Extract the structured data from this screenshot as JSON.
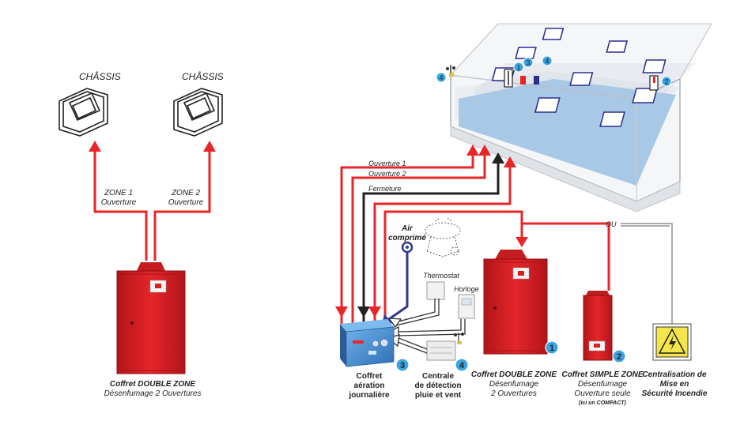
{
  "left": {
    "chassis_labels": [
      "CHÂSSIS",
      "CHÂSSIS"
    ],
    "zone1": {
      "line1": "ZONE 1",
      "line2": "Ouverture"
    },
    "zone2": {
      "line1": "ZONE 2",
      "line2": "Ouverture"
    },
    "coffret": {
      "title": "Coffret DOUBLE ZONE",
      "subtitle": "Désenfumage 2 Ouvertures"
    }
  },
  "right": {
    "wires": {
      "ouverture1": "Ouverture 1",
      "ouverture2": "Ouverture 2",
      "fermeture": "Fermeture",
      "ou": "OU"
    },
    "air": {
      "line1": "Air",
      "line2": "comprimé"
    },
    "thermostat": "Thermostat",
    "horloge": "Horloge",
    "coffret_aeration": {
      "line1": "Coffret",
      "line2": "aération",
      "line3": "journalière",
      "number": "3"
    },
    "centrale": {
      "line1": "Centrale",
      "line2": "de détection",
      "line3": "pluie et vent",
      "number": "4"
    },
    "double_zone": {
      "title": "Coffret DOUBLE ZONE",
      "line2": "Désenfumage",
      "line3": "2 Ouvertures",
      "number": "1"
    },
    "simple_zone": {
      "title": "Coffret SIMPLE ZONE",
      "line2": "Désenfumage",
      "line3": "Ouverture seule",
      "line4": "(ici un COMPACT)",
      "number": "2"
    },
    "centralisation": {
      "line1": "Centralisation de",
      "line2": "Mise en",
      "line3": "Sécurité Incendie"
    },
    "room_markers": [
      "1",
      "2",
      "3",
      "4",
      "4"
    ]
  },
  "colors": {
    "wire_red": "#e8262a",
    "wire_black": "#222222",
    "cabinet_red": "#d8201f",
    "air_blue": "#2d3a8c",
    "box_blue": "#4a8fd0",
    "badge_blue": "#3aa3e0",
    "floor_blue": "#a9c8e6"
  }
}
